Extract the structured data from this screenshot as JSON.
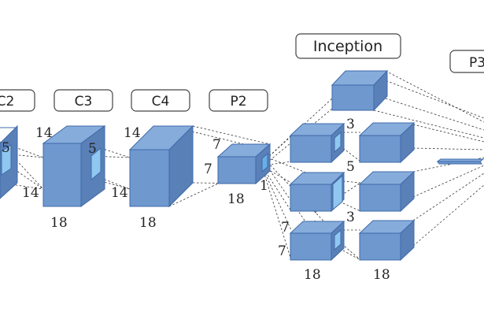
{
  "layer_labels": {
    "c2": "C2",
    "c3": "C3",
    "c4": "C4",
    "p2": "P2",
    "inception": "Inception",
    "p3": "P3"
  },
  "dims": {
    "c2_kernel": "5",
    "c2_side": "14",
    "c3_height": "14",
    "c3_kernel": "5",
    "c3_width": "14",
    "c3_depth": "18",
    "c4_height": "14",
    "c4_width": "14",
    "c4_depth": "18",
    "p2_height": "7",
    "p2_width": "7",
    "p2_depth": "18",
    "p2_kernel": "1",
    "inc_k3_top": "3",
    "inc_k5": "5",
    "inc_k3_bottom": "3",
    "inc_h": "7",
    "inc_w": "7",
    "inc_depth_left": "18",
    "inc_depth_right": "18"
  },
  "colors": {
    "block_front": "#6f98cf",
    "block_top": "#86acdc",
    "block_side": "#5a80b8",
    "kernel": "#8fc7f0",
    "outline": "#3f6aa8"
  }
}
